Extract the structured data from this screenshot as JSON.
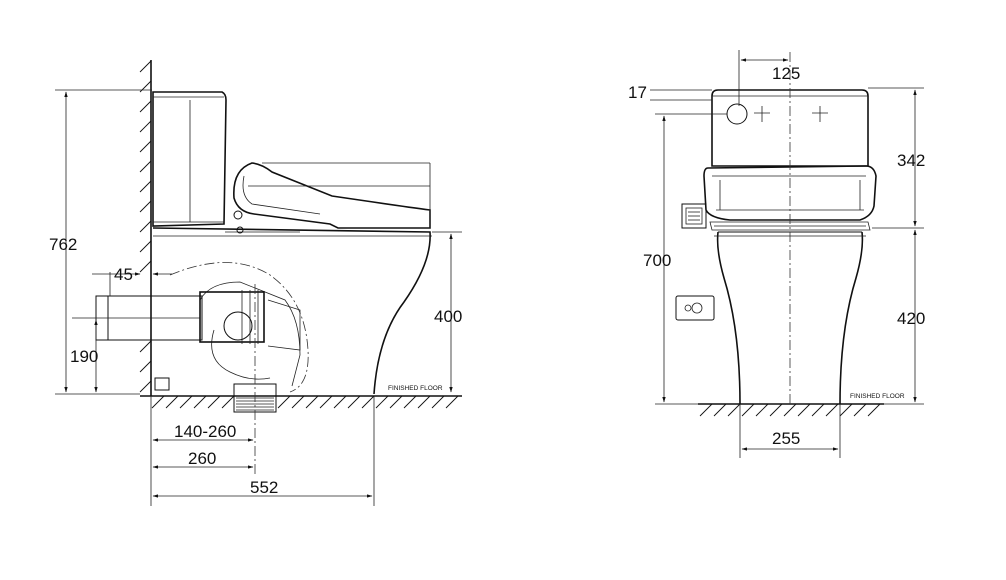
{
  "side_view": {
    "dims": {
      "total_height": "762",
      "wall_offset": "45",
      "pipe_height": "190",
      "seat_height": "400",
      "rough_in_range": "140-260",
      "rough_in": "260",
      "depth": "552"
    },
    "floor_label": "FINISHED FLOOR"
  },
  "front_view": {
    "dims": {
      "width_top": "125",
      "offset_top": "17",
      "tank_height": "342",
      "inlet_height": "700",
      "bowl_height": "420",
      "base_width": "255"
    },
    "floor_label": "FINISHED FLOOR"
  }
}
